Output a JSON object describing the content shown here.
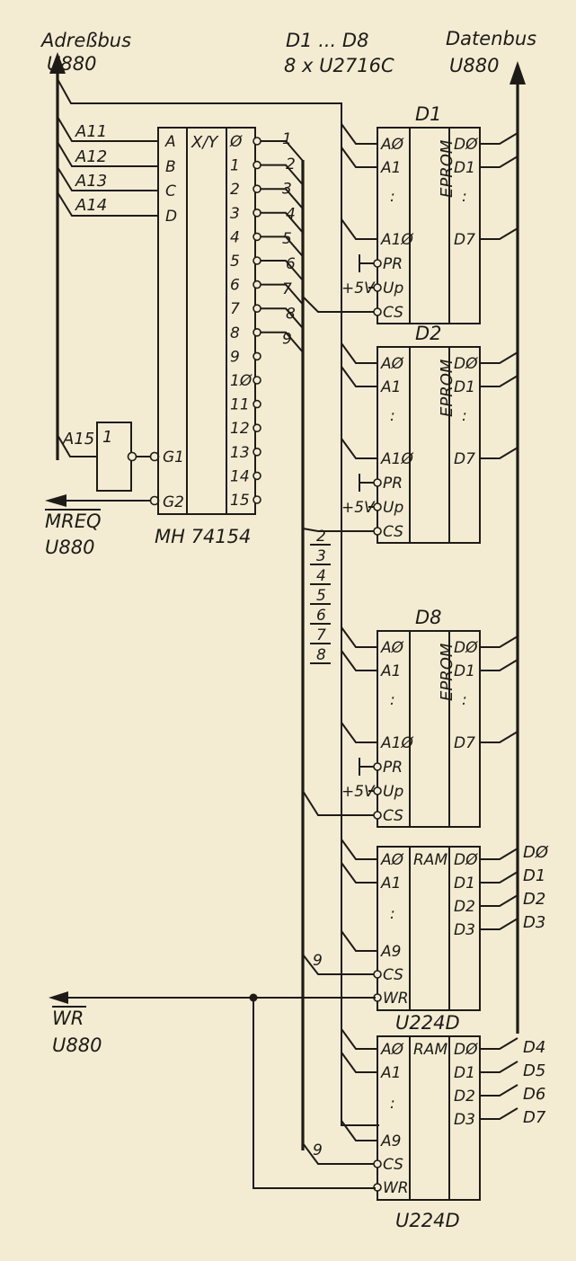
{
  "address_bus": {
    "label": "Adreßbus",
    "cpu": "U880"
  },
  "chips_header": {
    "range": "D1 ... D8",
    "type": "8 x U2716C"
  },
  "data_bus": {
    "label": "Datenbus",
    "cpu": "U880"
  },
  "address_lines": [
    "A11",
    "A12",
    "A13",
    "A14"
  ],
  "a15": "A15",
  "inverter_symbol": "1",
  "decoder": {
    "name": "MH 74154",
    "function": "X/Y",
    "inputs": [
      "A",
      "B",
      "C",
      "D"
    ],
    "enables": [
      "G1",
      "G2"
    ],
    "outputs": [
      "Ø",
      "1",
      "2",
      "3",
      "4",
      "5",
      "6",
      "7",
      "8",
      "9",
      "1Ø",
      "11",
      "12",
      "13",
      "14",
      "15"
    ]
  },
  "cs_line_labels": [
    "1",
    "2",
    "3",
    "4",
    "5",
    "6",
    "7",
    "8",
    "9"
  ],
  "mreq": {
    "signal": "MREQ",
    "cpu": "U880"
  },
  "wr": {
    "signal": "WR",
    "cpu": "U880"
  },
  "eproms": [
    {
      "name": "D1",
      "type": "EPROM",
      "addr": [
        "AØ",
        "A1",
        "A1Ø"
      ],
      "data": [
        "DØ",
        "D1",
        "D7"
      ],
      "ctrl": [
        "PR",
        "Up",
        "CS"
      ],
      "supply": "+5V",
      "cs_line": "1"
    },
    {
      "name": "D2",
      "type": "EPROM",
      "addr": [
        "AØ",
        "A1",
        "A1Ø"
      ],
      "data": [
        "DØ",
        "D1",
        "D7"
      ],
      "ctrl": [
        "PR",
        "Up",
        "CS"
      ],
      "supply": "+5V",
      "cs_line": "2"
    },
    {
      "name": "D8",
      "type": "EPROM",
      "addr": [
        "AØ",
        "A1",
        "A1Ø"
      ],
      "data": [
        "DØ",
        "D1",
        "D7"
      ],
      "ctrl": [
        "PR",
        "Up",
        "CS"
      ],
      "supply": "+5V",
      "cs_line": "8"
    }
  ],
  "rams": [
    {
      "name": "U224D",
      "type": "RAM",
      "addr": [
        "AØ",
        "A1",
        "A9"
      ],
      "data": [
        "DØ",
        "D1",
        "D2",
        "D3"
      ],
      "ctrl": [
        "CS",
        "WR"
      ],
      "cs_line": "9",
      "bus_bits": [
        "DØ",
        "D1",
        "D2",
        "D3"
      ]
    },
    {
      "name": "U224D",
      "type": "RAM",
      "addr": [
        "AØ",
        "A1",
        "A9"
      ],
      "data": [
        "DØ",
        "D1",
        "D2",
        "D3"
      ],
      "ctrl": [
        "CS",
        "WR"
      ],
      "cs_line": "9",
      "bus_bits": [
        "D4",
        "D5",
        "D6",
        "D7"
      ]
    }
  ]
}
